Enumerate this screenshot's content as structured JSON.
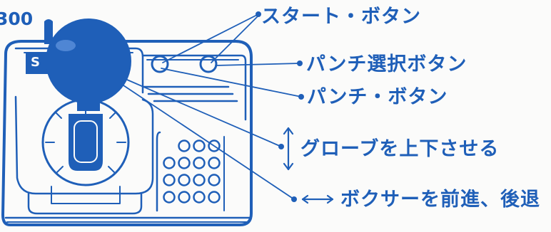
{
  "model_number": "300",
  "logo_text": "S",
  "callouts": {
    "start_button": "スタート・ボタン",
    "punch_select_button": "パンチ選択ボタン",
    "punch_button": "パンチ・ボタン",
    "glove_up_down": "グローブを上下させる",
    "boxer_move": "ボクサーを前進、後退"
  },
  "colors": {
    "ink": "#1f5fb8",
    "paper": "#fbfbfa"
  }
}
